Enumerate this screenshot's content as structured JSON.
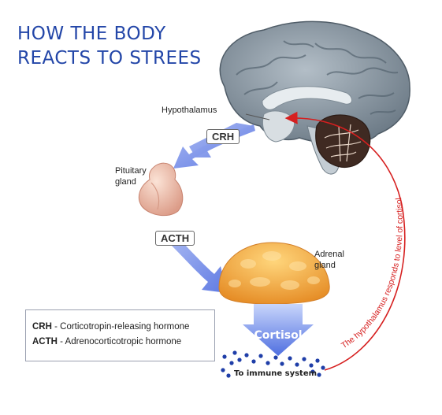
{
  "title": {
    "line1": "HOW THE BODY",
    "line2": "REACTS TO STREES"
  },
  "labels": {
    "hypothalamus": "Hypothalamus",
    "pituitary_line1": "Pituitary",
    "pituitary_line2": "gland",
    "adrenal_line1": "Adrenal",
    "adrenal_line2": "gland",
    "cortisol": "Cortisol",
    "immune": "To immune system",
    "feedback": "The hypothalamus responds to level of cortisol"
  },
  "hormones": {
    "crh": "CRH",
    "acth": "ACTH"
  },
  "legend": [
    {
      "abbr": "CRH",
      "text": " - Corticotropin-releasing hormone"
    },
    {
      "abbr": "ACTH",
      "text": " - Adrenocorticotropic hormone"
    }
  ],
  "colors": {
    "title": "#2346a8",
    "arrow_blue": "#6f86e6",
    "feedback_red": "#d61f1f",
    "adrenal_orange": "#f2a43a",
    "cortisol_blue": "#5b7fe0",
    "brain_grey": "#8d9aa6"
  }
}
